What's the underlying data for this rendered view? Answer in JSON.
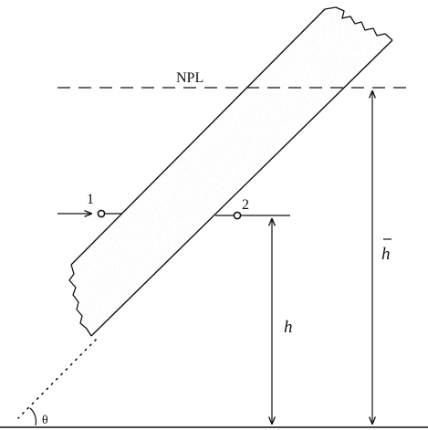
{
  "labels": {
    "npl": "NPL",
    "point_1": "1",
    "point_2": "2",
    "height_h": "h",
    "height_hbar": "h",
    "angle": "θ"
  },
  "colors": {
    "ink": "#111111",
    "stipple": "#9a9a9a",
    "background": "#ffffff"
  }
}
